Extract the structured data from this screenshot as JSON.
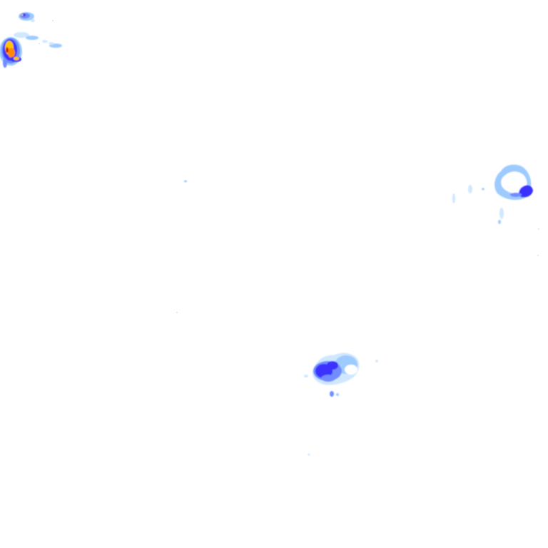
{
  "map": {
    "type": "weather radar precipitation overlay",
    "background": "#ffffff",
    "legend_colors": {
      "very_light": "#cfe8ff",
      "light": "#9ecbff",
      "moderate": "#6f8cff",
      "heavy": "#3a32ff",
      "very_heavy": "#ffc400",
      "extreme": "#ff8a00",
      "core": "#d11f00"
    },
    "echo_regions": [
      {
        "name": "northwest-storm-cell",
        "intensity": "very_heavy"
      },
      {
        "name": "northwest-small-cell",
        "intensity": "moderate"
      },
      {
        "name": "northwest-light-band",
        "intensity": "light"
      },
      {
        "name": "east-ring-shower",
        "intensity": "light"
      },
      {
        "name": "south-central-shower",
        "intensity": "heavy"
      }
    ]
  }
}
